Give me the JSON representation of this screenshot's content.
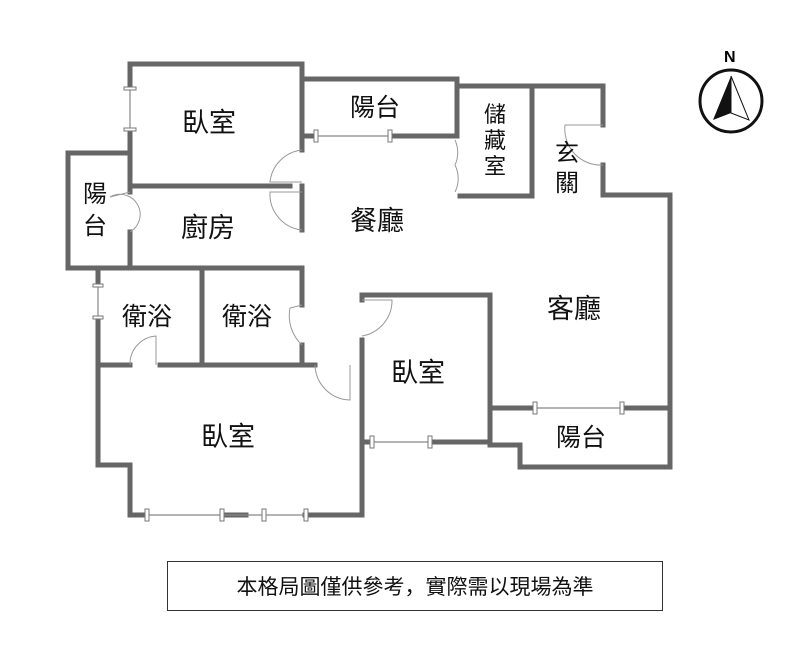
{
  "rooms": {
    "bedroom_top": "臥室",
    "balcony_top": "陽台",
    "storage": "儲藏室",
    "entrance": "玄關",
    "balcony_left": "陽台",
    "kitchen": "廚房",
    "dining": "餐廳",
    "bath_left": "衛浴",
    "bath_right": "衛浴",
    "living": "客廳",
    "bedroom_middle": "臥室",
    "bedroom_bottom": "臥室",
    "balcony_right": "陽台"
  },
  "compass": {
    "label": "N"
  },
  "notice": "本格局圖僅供參考，實際需以現場為準",
  "colors": {
    "wall": "#666666",
    "text": "#111111"
  }
}
